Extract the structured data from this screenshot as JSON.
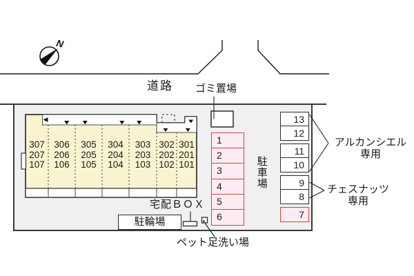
{
  "compass": {
    "label": "N"
  },
  "road": {
    "label": "道路"
  },
  "site": {
    "garbage": {
      "label": "ゴミ置場"
    },
    "parking_lot": {
      "label": "駐車場"
    },
    "delivery_box": {
      "label": "宅配ＢＯＸ"
    },
    "bicycle": {
      "label": "駐輪場"
    },
    "pet_wash": {
      "label": "ペット足洗い場"
    }
  },
  "building": {
    "rooms": [
      [
        "307",
        "306",
        "305",
        "304",
        "303",
        "302",
        "301"
      ],
      [
        "207",
        "206",
        "205",
        "204",
        "203",
        "202",
        "201"
      ],
      [
        "107",
        "106",
        "105",
        "104",
        "103",
        "102",
        "101"
      ]
    ]
  },
  "parking": {
    "left_spaces": [
      "1",
      "2",
      "3",
      "4",
      "5",
      "6"
    ],
    "right_spaces": [
      "13",
      "12",
      "11",
      "10",
      "9",
      "8",
      "7"
    ],
    "annotations": [
      {
        "line1": "アルカンシエル",
        "line2": "専用"
      },
      {
        "line1": "チェスナッツ",
        "line2": "専用"
      }
    ]
  },
  "colors": {
    "site_fill": "#f0f0f0",
    "building_fill": "#faf3d0",
    "stall_pink_fill": "#fcebf2",
    "stall_pink_border": "#c94843",
    "outline": "#4a4a4a",
    "text": "#1a1a1a"
  }
}
